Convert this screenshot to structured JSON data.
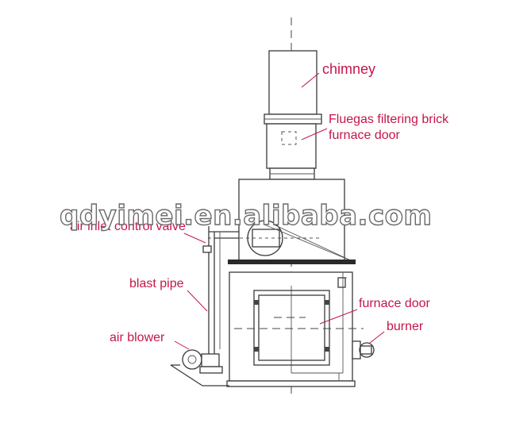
{
  "labels": {
    "chimney": "chimney",
    "fluegas_filtering_brick": "Fluegas filtering brick",
    "furnace_door_upper": "furnace door",
    "air_inlet_control_valve": "air inlet control valve",
    "blast_pipe": "blast pipe",
    "air_blower": "air blower",
    "furnace_door_lower": "furnace door",
    "burner": "burner"
  },
  "watermark": "qdyimei.en.alibaba.com",
  "colors": {
    "label": "#c4164a",
    "line": "#3a3a3a"
  }
}
